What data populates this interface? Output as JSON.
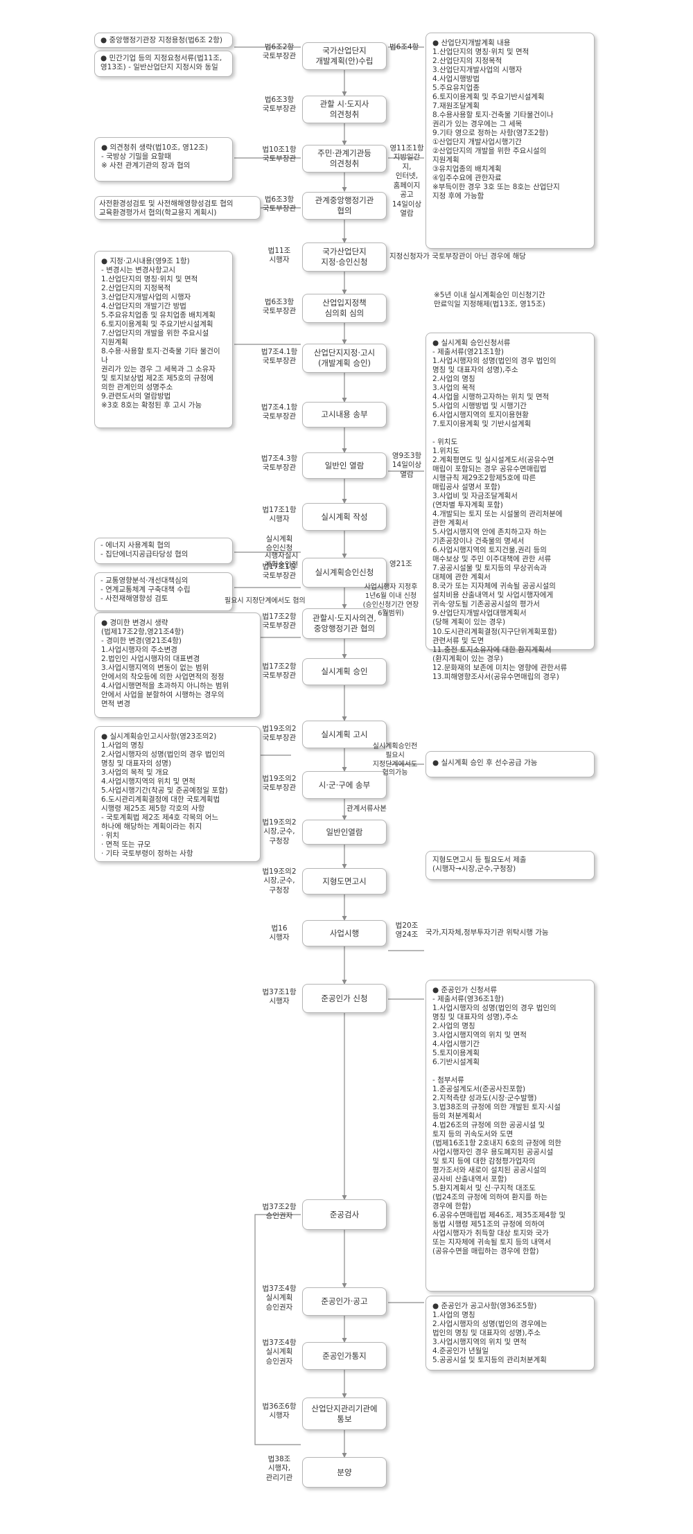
{
  "nodes": [
    "국가산업단지\n개발계획(안)수립",
    "관할 시·도지사\n의견청취",
    "주민·관계기관등\n의견청취",
    "관계중앙행정기관\n협의",
    "국가산업단지\n지정·승인신청",
    "산업입지정책\n심의회 심의",
    "산업단지지정·고시\n(개발계획 승인)",
    "고시내용 송부",
    "일반인 열람",
    "실시계획 작성",
    "실시계획승인신청",
    "관할시·도지사의견,\n중앙행정기관 협의",
    "실시계획 승인",
    "실시계획 고시",
    "시·군·구에 송부",
    "일반인열람",
    "지형도면고시",
    "사업시행",
    "준공인가 신청",
    "준공검사",
    "준공인가·공고",
    "준공인가통지",
    "산업단지관리기관에\n통보",
    "분양"
  ],
  "left_labels": [
    "법6조2항\n국토부장관",
    "법6조3항\n국토부장관",
    "법10조1항\n국토부장관",
    "법6조3항\n국토부장관",
    "법11조\n시행자",
    "법6조3항\n국토부장관",
    "법7조4.1항\n국토부장관",
    "법7조4.1항\n국토부장관",
    "법7조4.3항\n국토부장관",
    "법17조1항\n시행자",
    "실시계획\n승인신청",
    "법17조1항\n국토부장관",
    "법17조2항\n국토부장관",
    "법17조2항\n국토부장관",
    "법19조의2\n국토부장관",
    "법19조의2\n국토부장관",
    "법19조의2\n시장,군수,\n구청장",
    "법19조의2\n시장,군수,\n구청장",
    "법16\n시행자",
    "법37조1항\n시행자",
    "법37조2항\n승인권자",
    "법37조4항\n실시계획\n승인권자",
    "법37조4항\n실시계획\n승인권자",
    "법36조6항\n시행자",
    "법38조\n시행자,\n관리기관"
  ],
  "right_labels": [
    "법6조4항",
    "영11조1항\n지방일간지,\n인터넷,\n홈페이지\n공고\n14일이상\n열람",
    "지정신청자가 국토부장관이 아닌 경우에 해당",
    "※5년 이내 실시계획승인 미신청기간\n만료익일 지정해제(법13조, 영15조)",
    "영9조3항\n14일이상\n열람",
    "시행자실시\n계획승인전",
    "영21조",
    "사업시행자 지정후\n1년6월 이내 신청\n(승인신청기간 연장\n6월범위)",
    "필요시 지정단계에서도 협의",
    "실시계획승인전\n필요시\n지정단계에서도\n협의가능",
    "관계서류사본",
    "법20조\n영24조",
    "국가,지자체,정부투자기관 위탁시행 가능"
  ],
  "info_boxes": [
    "● 중앙행정기관장 지정용청(법6조 2항)",
    "● 민간기업 등의 지정요청서류(법11조,\n   영13조) - 일반산업단지 지정시와 동일",
    "● 산업단지개발계획 내용\n  1.산업단지의 명칭·위치 및 면적\n  2.산업단지의 지정목적\n  3.산업단지개발사업의 시행자\n  4.사업시행방법\n  5.주요유치업종\n  6.토지이용계획 및 주요기반시설계획\n  7.재원조달계획\n  8.수용사용할 토지·건축물 기타물건이나\n     권리가 있는 경우에는 그 세목\n  9.기타 영으로 정하는 사항(영7조2항)\n   ①산업단지 개발사업시행기간\n   ②산업단지의 개발을 위한 주요시설의\n      지원계획\n   ③유치업종의 배치계획\n   ④입주수요에 관한자료\n  ※부득이한 경우 3호 또는 8호는 산업단지\n    지정 후에 가능함",
    "● 의견청취 생략(법10조, 영12조)\n  - 국방상 기밀을 요할때\n  ※ 사전 관계기관의 장과 협의",
    "사전환경성검토 및 사전해해영향성검토 협의\n교육환경평가서 협의(학교용지 계획시)",
    "● 지정·고시내용(영9조 1항)\n  - 변경시는 변경사항고시\n  1.산업단지의 명칭·위치 및 면적\n  2.산업단지의 지정목적\n  3.산업단지개발사업의 시행자\n  4.산업단지의 개발기간 방법\n  5.주요유치업종 및 유치업종 배치계획\n  6.토지이용계획 및 주요기반시설계획\n  7.산업단지의 개발을 위한 주요시설\n     지원계획\n  8.수용·사용할 토지·건축물 기타 물건이나\n     권리가 있는 경우 그 세목과 그 소유자\n     및 토지보상법 제2조 제5호의 규정에\n     의한 관계인의 성명주소\n  9.관련도서의 열람방법\n  ※3호 8호는 확정된 후 고시 가능",
    "● 실시계획 승인신청서류\n  - 제출서류(영21조1항)\n    1.사업시행자의 성명(법인의 경우 법인의\n      명칭 및 대표자의 성명),주소\n    2.사업의 명칭\n    3.사업의 목적\n    4.사업을 시행하고자하는 위치 및 면적\n    5.사업의 시행방법 및 시행기간\n    6.사업시행지역의 토지이용현황\n    7.토지이용계획 및 기반시설계획\n\n  - 위치도\n    1.위치도\n    2.계획평면도 및 실시설계도서(공유수면\n      매립이 포함되는 경우 공유수면매립법\n      시행규칙 제29조2항제5호에 따른\n      매립공사 설명서 포함)\n    3.사업비 및 자금조달계획서\n      (연차별 투자계획 포함)\n    4.개발되는 토지 또는 시설물의 관리처분에\n      관한 계획서\n    5.사업시행지역 안에 존치하고자 하는\n      기존공장이나 건축물의 명세서\n    6.사업시행지역의 토지건물,권리 등의\n      매수보상 및 주민 이주대책에 관한 서류\n    7.공공시설물 및 토지등의 무상귀속과\n      대체에 관한 계획서\n    8.국가 또는 지자체에 귀속될 공공시설의\n      설치비용 산출내역서 및 사업시행자에게\n      귀속·양도될 기존공공시설의 평가서\n    9.산업단지개발사업대행계획서\n      (당해 계획이 있는 경우)\n   10.도시관리계획결정(지구단위계획포함)\n      관련서류 및 도면\n   11.충전 토지소유자에 대한 환지계획서\n      (환지계획이 있는 경우)\n   12.문화재의 보존에 미치는 영향에 관한서류\n   13.피해영향조사서(공유수면매립의 경우)",
    "- 에너지 사용계획 협의\n- 집단에너지공급타당성 협의",
    "- 교통영향분석·개선대책심의\n- 연계교통체계 구축대책 수립\n- 사전재해영향성 검토",
    "● 경미한 변경시 생략\n  (법제17조2항,영21조4항)\n  - 경미한 변경(영21조4항)\n  1.사업시행자의 주소변경\n  2.법인인 사업시행자의 대표변경\n  3.사업시행지역의 변동이 없는 범위\n    안에서의 착오등에 의한 사업면적의 정정\n  4.사업시행면적을 초과하지 아니하는 범위\n    안에서 사업을 분할하여 시행하는 경우의\n    면적 변경",
    "● 실시계획승인고시사항(영23조의2)\n  1.사업의 명칭\n  2.사업시행자의 성명(법인의 경우 법인의\n    명칭 및 대표자의 성명)\n  3.사업의 목적 및 개요\n  4.사업시행지역의 위치 및 면적\n  5.사업시행기간(착공 및 준공예정일 포함)\n  6.도시관리계획결정에 대한 국토계획법\n    시행령 제25조 제5항 각호의 사항\n    - 국토계획법 제2조 제4호 각목의 어느\n      하나에 해당하는 계획이라는 취지\n      · 위치\n      · 면적 또는 규모\n      · 기타 국토부령이 정하는 사항",
    "● 실시계획 승인 후 선수공급 가능",
    "지형도면고시 등 필요도서 제출\n(시행자→시장,군수,구청장)",
    "● 준공인가 신청서류\n- 제출서류(영36조1항)\n   1.사업시행자의 성명(법인의 경우 법인의\n     명칭 및 대표자의 성명),주소\n   2.사업의 명칭\n   3.사업시행지역의 위치 및 면적\n   4.사업시행기간\n   5.토지이용계획\n   6.기반시설계획\n\n- 첨부서류\n   1.준공설계도서(준공사진포함)\n   2.지적측량 성과도(시장·군수발행)\n   3.법38조의 규정에 의한 개발된 토지·시설\n     등의 처분계획서\n   4.법26조의 규정에 의한 공공시설 및\n     토지 등의 귀속도서와 도면\n     (법제16조1항 2호내지 6호의 규정에 의한\n      사업시행자인 경우 용도폐지된 공공시설\n      및 토지 등에 대한 감정평가업자의\n      평가조서와 새로이 설치된 공공시설의\n      공사비 산출내역서 포함)\n   5.환지계획서 및 신·구지적 대조도\n     (법24조의 규정에 의하여 환지를 하는\n      경우에 한함)\n   6.공유수면매립법 제46조, 제35조제4항 및\n     동법 시행령 제51조의 규정에 의하여\n     사업시행자가 취득할 대상 토지와 국가\n     또는 지자체에 귀속될 토지 등의 내역서\n     (공유수면을 매립하는 경우에 한함)",
    "● 준공인가 공고사항(영36조5항)\n  1.사업의 명칭\n  2.사업시행자의 성명(법인의 경우에는\n    법인의 명칭 및 대표자의 성명),주소\n  3.사업시행지역의 위치 및 면적\n  4.준공인가 년월일\n  5.공공시설 및 토지등의 관리처분계획"
  ]
}
